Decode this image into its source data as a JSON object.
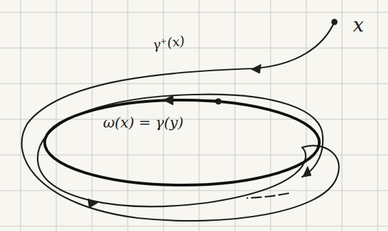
{
  "diagram": {
    "labels": [
      "x",
      "γ⁺(x)",
      "ω(x) = γ(y)"
    ]
  }
}
